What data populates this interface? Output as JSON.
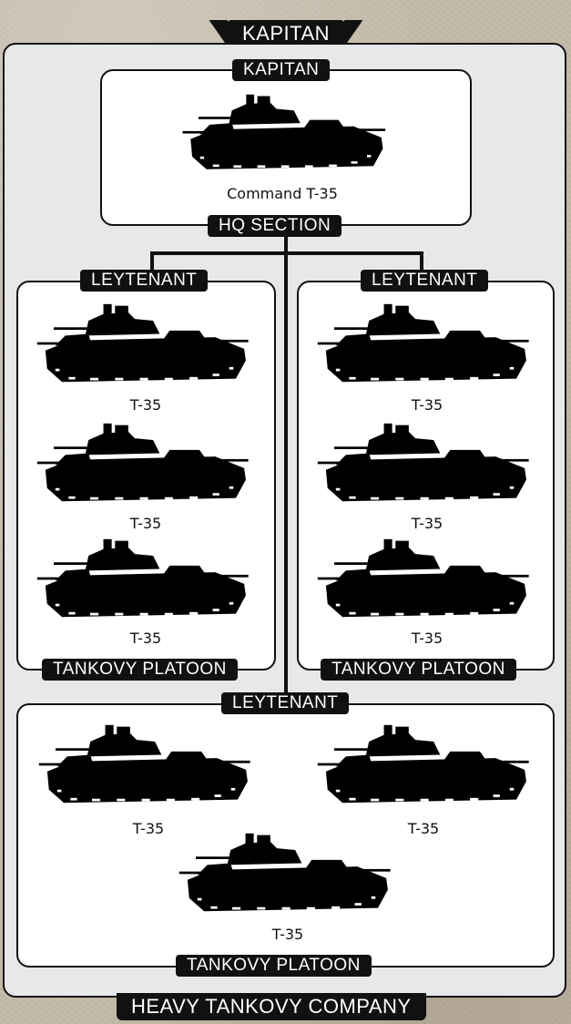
{
  "company": {
    "top_title": "KAPITAN",
    "bottom_title": "HEAVY TANKOVY COMPANY"
  },
  "hq": {
    "rank": "KAPITAN",
    "tank_label": "Command T-35",
    "section_title": "HQ SECTION"
  },
  "platoons": [
    {
      "rank": "LEYTENANT",
      "title": "TANKOVY PLATOON",
      "tanks": [
        "T-35",
        "T-35",
        "T-35"
      ]
    },
    {
      "rank": "LEYTENANT",
      "title": "TANKOVY PLATOON",
      "tanks": [
        "T-35",
        "T-35",
        "T-35"
      ]
    },
    {
      "rank": "LEYTENANT",
      "title": "TANKOVY PLATOON",
      "tanks": [
        "T-35",
        "T-35",
        "T-35"
      ]
    }
  ]
}
